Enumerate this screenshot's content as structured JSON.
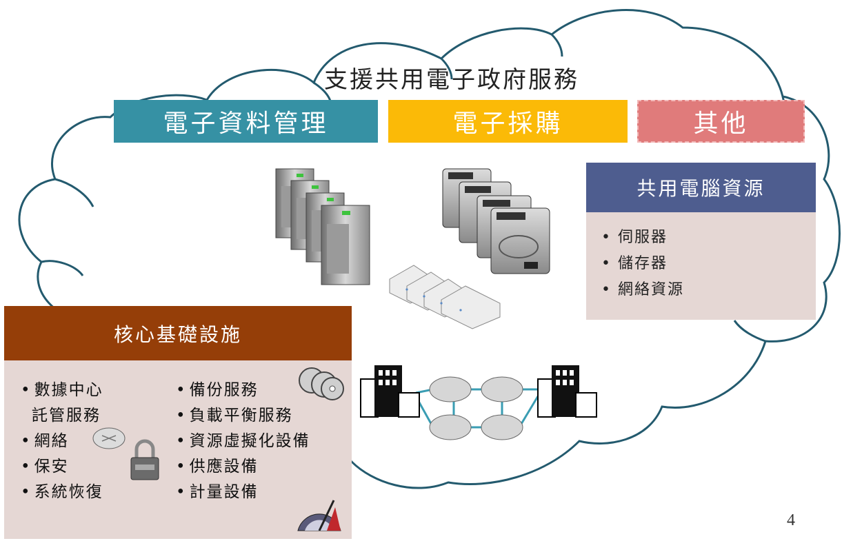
{
  "cloud": {
    "title": "支援共用電子政府服務"
  },
  "categories": [
    {
      "label": "電子資料管理",
      "color": "#3691a4"
    },
    {
      "label": "電子採購",
      "color": "#fbba07"
    },
    {
      "label": "其他",
      "color": "#e07b7b"
    }
  ],
  "shared_resources": {
    "title": "共用電腦資源",
    "items": [
      "伺服器",
      "儲存器",
      "網絡資源"
    ]
  },
  "core_infrastructure": {
    "title": "核心基礎設施",
    "left_items": [
      "數據中心",
      "託管服務",
      "網絡",
      "保安",
      "系統恢復"
    ],
    "right_items": [
      "備份服務",
      "負載平衡服務",
      "資源虛擬化設備",
      "供應設備",
      "計量設備"
    ]
  },
  "page_number": "4",
  "colors": {
    "cloud_stroke": "#235a6e",
    "shared_header": "#4e5d8f",
    "core_header": "#953e08",
    "panel_body": "#e5d7d4"
  },
  "icons": [
    "server-rack-icon",
    "hard-drive-icon",
    "network-switch-icon",
    "office-building-icon",
    "router-icon",
    "padlock-icon",
    "disc-icon",
    "speedometer-icon"
  ]
}
